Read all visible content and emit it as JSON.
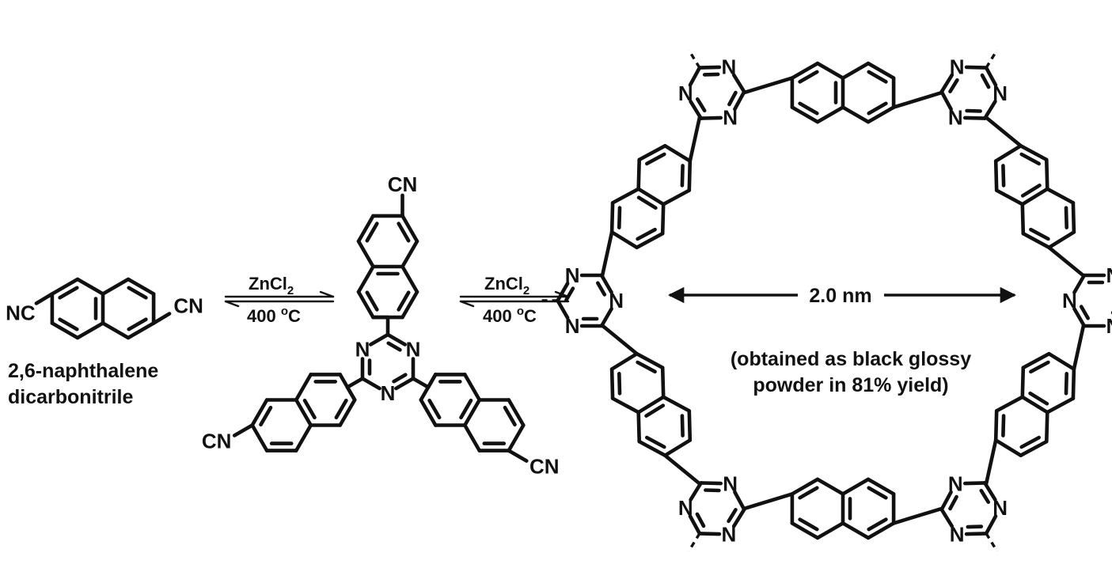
{
  "scheme": {
    "start_name_line1": "2,6-naphthalene",
    "start_name_line2": "dicarbonitrile",
    "step1": {
      "reagent": "ZnCl",
      "reagent_sub": "2",
      "temp_value": "400",
      "temp_sup": "o",
      "temp_unit": "C"
    },
    "step2": {
      "reagent": "ZnCl",
      "reagent_sub": "2",
      "temp_value": "400",
      "temp_sup": "o",
      "temp_unit": "C"
    },
    "pore_size": "2.0 nm",
    "note_line1": "(obtained as black glossy",
    "note_line2": "powder in 81% yield)",
    "nitrile_label": "CN",
    "nitrile_label_left": "NC",
    "ring_nitrogen": "N"
  }
}
